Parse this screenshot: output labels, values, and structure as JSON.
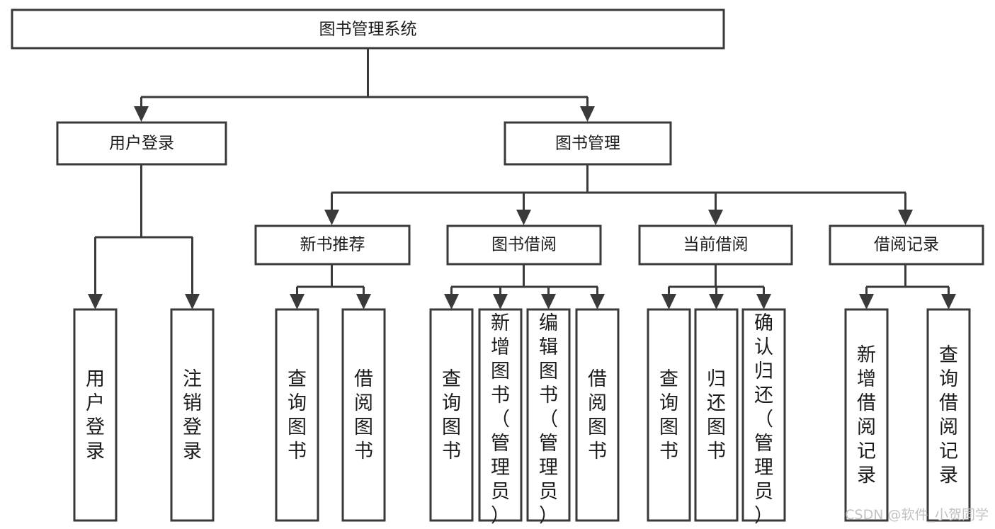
{
  "diagram": {
    "type": "tree-hierarchy-chart",
    "title": "图书管理系统",
    "orientation": "top-down",
    "colors": {
      "background": "#ffffff",
      "node_fill": "#ffffff",
      "node_stroke": "#3a3a3a",
      "text": "#1b1b1b",
      "watermark": "#c2c2c2"
    },
    "levels": {
      "level1": [
        "图书管理系统"
      ],
      "level2": [
        "用户登录",
        "图书管理"
      ],
      "level3": [
        "新书推荐",
        "图书借阅",
        "当前借阅",
        "借阅记录"
      ],
      "level4": [
        "用户登录",
        "注销登录",
        "查询图书",
        "借阅图书",
        "查询图书",
        "新增图书（管理员）",
        "编辑图书（管理员）",
        "借阅图书",
        "查询图书",
        "归还图书",
        "确认归还（管理员）",
        "新增借阅记录",
        "查询借阅记录"
      ]
    }
  },
  "nodes": {
    "root": {
      "label": "图书管理系统"
    },
    "user_login": {
      "label": "用户登录"
    },
    "book_manage": {
      "label": "图书管理"
    },
    "new_book_rec": {
      "label": "新书推荐"
    },
    "book_borrow": {
      "label": "图书借阅"
    },
    "current_borrow": {
      "label": "当前借阅"
    },
    "borrow_record": {
      "label": "借阅记录"
    },
    "leaf_user_login": {
      "label": "用户登录"
    },
    "leaf_user_logout": {
      "label": "注销登录"
    },
    "leaf_nbr_query": {
      "label": "查询图书"
    },
    "leaf_nbr_borrow": {
      "label": "借阅图书"
    },
    "leaf_bb_query": {
      "label": "查询图书"
    },
    "leaf_bb_add": {
      "label": "新增图书（管理员）"
    },
    "leaf_bb_edit": {
      "label": "编辑图书（管理员）"
    },
    "leaf_bb_borrow": {
      "label": "借阅图书"
    },
    "leaf_cb_query": {
      "label": "查询图书"
    },
    "leaf_cb_return": {
      "label": "归还图书"
    },
    "leaf_cb_confirm": {
      "label": "确认归还（管理员）"
    },
    "leaf_br_add": {
      "label": "新增借阅记录"
    },
    "leaf_br_query": {
      "label": "查询借阅记录"
    }
  },
  "watermark": {
    "text": "CSDN @软件_小贺同学"
  }
}
